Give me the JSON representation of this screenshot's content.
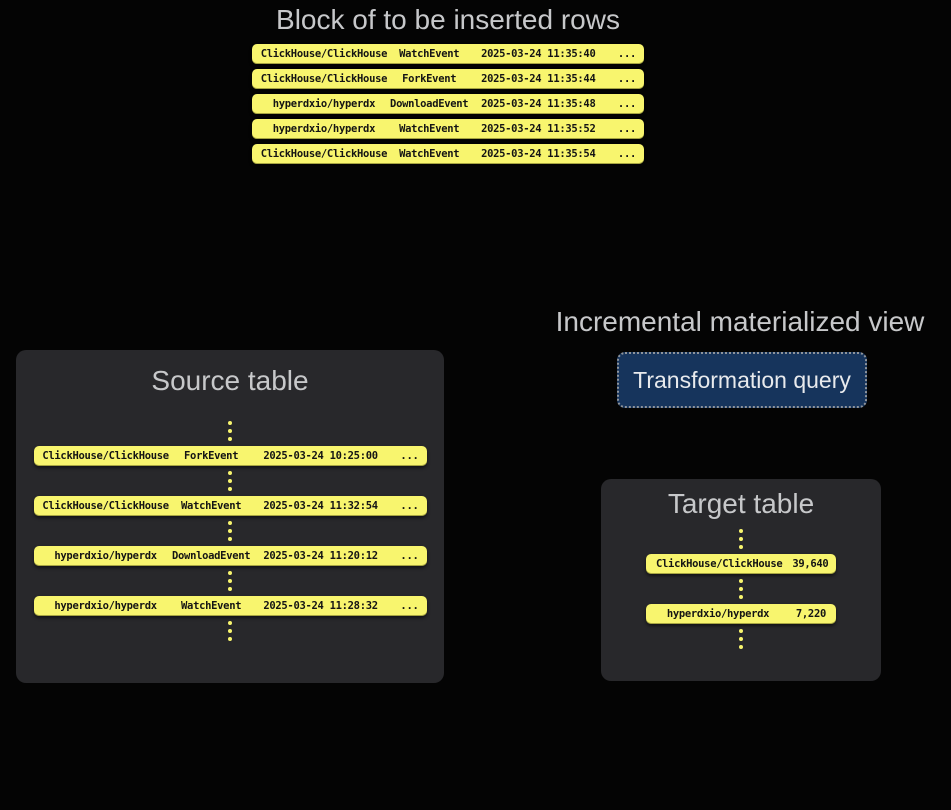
{
  "colors": {
    "background": "#040404",
    "row_yellow": "#f8f56e",
    "panel_background": "#28282b",
    "title_gray": "#c7c8ca",
    "button_background": "#16345c",
    "button_border": "#8e949c",
    "button_text": "#e8eaed",
    "row_text": "#141414"
  },
  "insert_block": {
    "title": "Block of to be inserted rows",
    "rows": [
      {
        "repo": "ClickHouse/ClickHouse",
        "event": "WatchEvent",
        "timestamp": "2025-03-24 11:35:40",
        "more": "..."
      },
      {
        "repo": "ClickHouse/ClickHouse",
        "event": "ForkEvent",
        "timestamp": "2025-03-24 11:35:44",
        "more": "..."
      },
      {
        "repo": "hyperdxio/hyperdx",
        "event": "DownloadEvent",
        "timestamp": "2025-03-24 11:35:48",
        "more": "..."
      },
      {
        "repo": "hyperdxio/hyperdx",
        "event": "WatchEvent",
        "timestamp": "2025-03-24 11:35:52",
        "more": "..."
      },
      {
        "repo": "ClickHouse/ClickHouse",
        "event": "WatchEvent",
        "timestamp": "2025-03-24 11:35:54",
        "more": "..."
      }
    ]
  },
  "source_table": {
    "title": "Source table",
    "rows": [
      {
        "repo": "ClickHouse/ClickHouse",
        "event": "ForkEvent",
        "timestamp": "2025-03-24 10:25:00",
        "more": "..."
      },
      {
        "repo": "ClickHouse/ClickHouse",
        "event": "WatchEvent",
        "timestamp": "2025-03-24 11:32:54",
        "more": "..."
      },
      {
        "repo": "hyperdxio/hyperdx",
        "event": "DownloadEvent",
        "timestamp": "2025-03-24 11:20:12",
        "more": "..."
      },
      {
        "repo": "hyperdxio/hyperdx",
        "event": "WatchEvent",
        "timestamp": "2025-03-24 11:28:32",
        "more": "..."
      }
    ]
  },
  "materialized_view": {
    "title": "Incremental materialized view",
    "button_label": "Transformation query"
  },
  "target_table": {
    "title": "Target table",
    "rows": [
      {
        "repo": "ClickHouse/ClickHouse",
        "value": "39,640"
      },
      {
        "repo": "hyperdxio/hyperdx",
        "value": "7,220"
      }
    ]
  }
}
